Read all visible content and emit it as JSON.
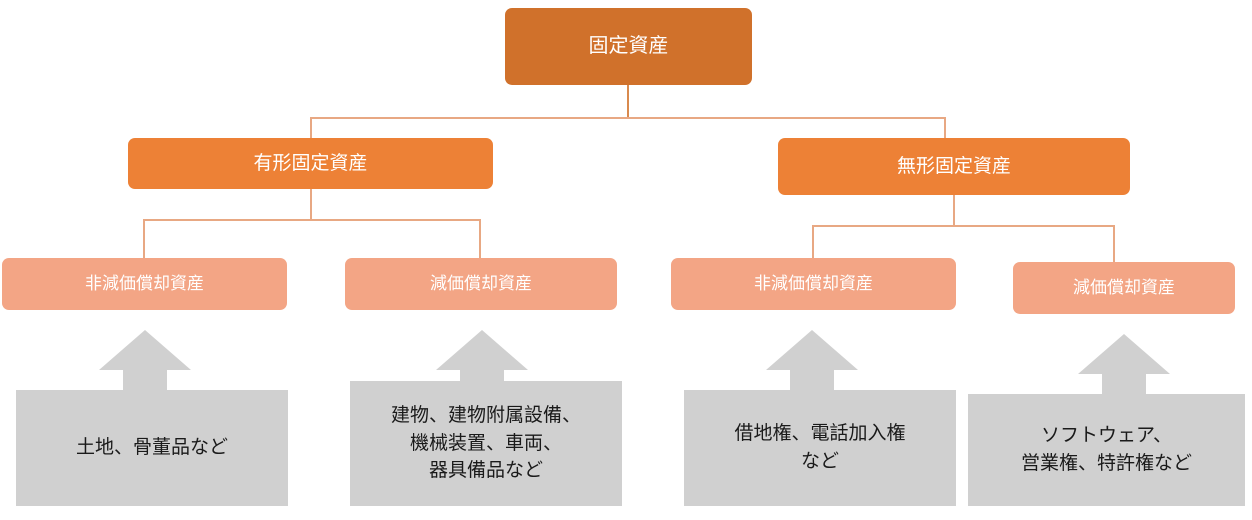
{
  "diagram": {
    "title_text": "固定資産",
    "type": "tree-hierarchy",
    "colors": {
      "level1_box": "#D0712B",
      "level2_box": "#ED8136",
      "level3_box": "#F3A585",
      "note_box": "#D0D0D0",
      "connector_line": "#E8A883",
      "connector_line_top": "#D98A4E",
      "arrow_fill": "#D0D0D0",
      "box_text": "#FFFFFF",
      "note_text": "#1A1A1A",
      "background": "#FFFFFF"
    },
    "levels": {
      "root": {
        "label": "固定資産"
      },
      "level2": [
        {
          "label": "有形固定資産"
        },
        {
          "label": "無形固定資産"
        }
      ],
      "level3": [
        {
          "label": "非減価償却資産",
          "parent": "有形固定資産"
        },
        {
          "label": "減価償却資産",
          "parent": "有形固定資産"
        },
        {
          "label": "非減価償却資産",
          "parent": "無形固定資産"
        },
        {
          "label": "減価償却資産",
          "parent": "無形固定資産"
        }
      ],
      "examples": [
        {
          "text": "土地、骨董品など",
          "for": "非減価償却資産（有形）"
        },
        {
          "text": "建物、建物附属設備、\n機械装置、車両、\n器具備品など",
          "for": "減価償却資産（有形）"
        },
        {
          "text": "借地権、電話加入権\nなど",
          "for": "非減価償却資産（無形）"
        },
        {
          "text": "ソフトウェア、\n営業権、特許権など",
          "for": "減価償却資産（無形）"
        }
      ]
    }
  }
}
